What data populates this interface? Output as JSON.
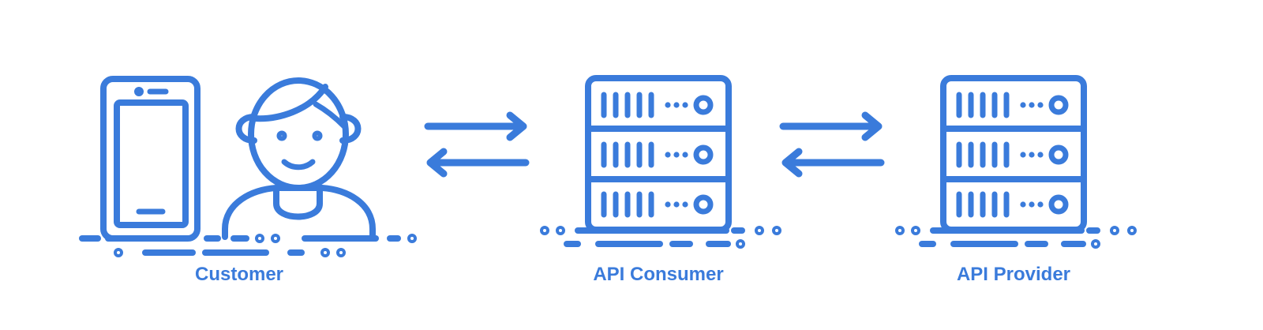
{
  "accent_color": "#3a7bdb",
  "nodes": [
    {
      "id": "customer",
      "label": "Customer",
      "icons": [
        "smartphone-icon",
        "person-icon"
      ]
    },
    {
      "id": "api-consumer",
      "label": "API Consumer",
      "icons": [
        "server-rack-icon"
      ]
    },
    {
      "id": "api-provider",
      "label": "API Provider",
      "icons": [
        "server-rack-icon"
      ]
    }
  ],
  "connectors": [
    {
      "from": "customer",
      "to": "api-consumer",
      "icon": "bidirectional-arrows-icon"
    },
    {
      "from": "api-consumer",
      "to": "api-provider",
      "icon": "bidirectional-arrows-icon"
    }
  ]
}
